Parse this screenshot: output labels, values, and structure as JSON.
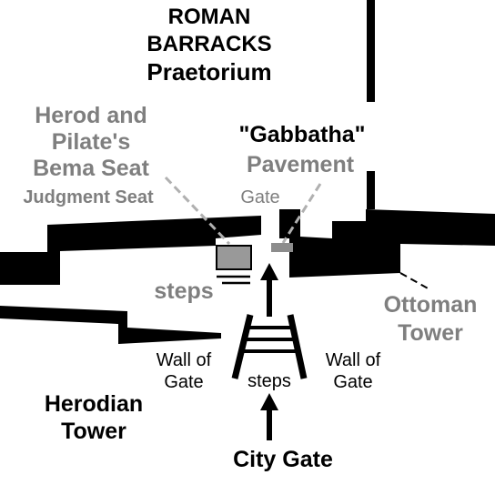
{
  "labels": {
    "roman_line1": "ROMAN",
    "roman_line2": "BARRACKS",
    "praetorium": "Praetorium",
    "bema_line1": "Herod and",
    "bema_line2": "Pilate's",
    "bema_line3": "Bema Seat",
    "judgment_seat": "Judgment Seat",
    "gabbatha": "\"Gabbatha\"",
    "pavement": "Pavement",
    "gate": "Gate",
    "steps_upper": "steps",
    "ottoman_line1": "Ottoman",
    "ottoman_line2": "Tower",
    "wall_gate_left_1": "Wall of",
    "wall_gate_left_2": "Gate",
    "steps_lower": "steps",
    "wall_gate_right_1": "Wall of",
    "wall_gate_right_2": "Gate",
    "herodian_line1": "Herodian",
    "herodian_line2": "Tower",
    "city_gate": "City Gate"
  },
  "colors": {
    "wall": "#000000",
    "muted_label": "#7f7f7f",
    "bema_box": "#999999",
    "pavement_box": "#8c8c8c",
    "leader": "#b0b0b0"
  }
}
